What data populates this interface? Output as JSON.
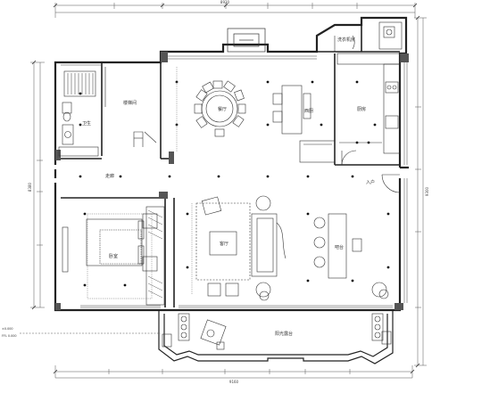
{
  "drawing": {
    "rooms": {
      "dining": "餐厅",
      "kitchen": "厨房",
      "laundry": "洗衣机房",
      "stair_hall": "楼梯间",
      "bath": "卫生",
      "corridor": "走廊",
      "bedroom": "卧室",
      "living": "客厅",
      "bar": "吧台",
      "western_kitchen": "西厨",
      "balcony": "阳光露台",
      "entry": "入户"
    },
    "dimensions": {
      "top_total": "8930",
      "bottom_total": "9160",
      "left_total": "8380",
      "right_total": "9300"
    },
    "leader_notes": [
      "±0.000",
      "FFL 0.000"
    ]
  }
}
